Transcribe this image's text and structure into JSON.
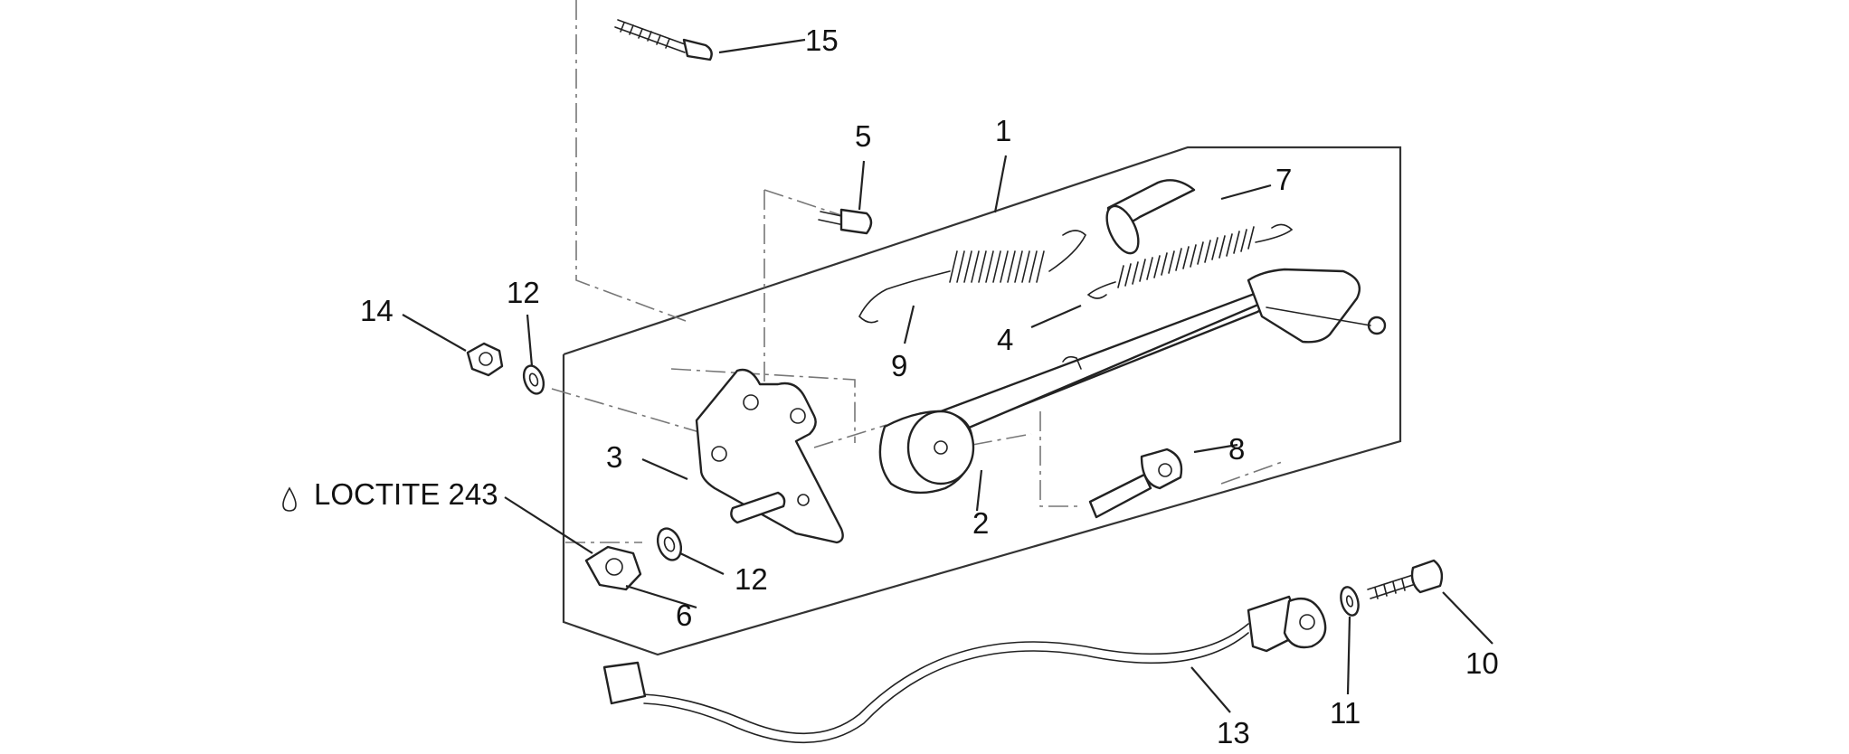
{
  "callouts": {
    "c1": "1",
    "c2": "2",
    "c3": "3",
    "c4": "4",
    "c5": "5",
    "c6": "6",
    "c7": "7",
    "c8": "8",
    "c9": "9",
    "c10": "10",
    "c11": "11",
    "c12a": "12",
    "c12b": "12",
    "c13": "13",
    "c14": "14",
    "c15": "15"
  },
  "note": {
    "icon": "drop-icon",
    "text": "LOCTITE 243"
  },
  "colors": {
    "line": "#222222",
    "background": "#ffffff"
  }
}
